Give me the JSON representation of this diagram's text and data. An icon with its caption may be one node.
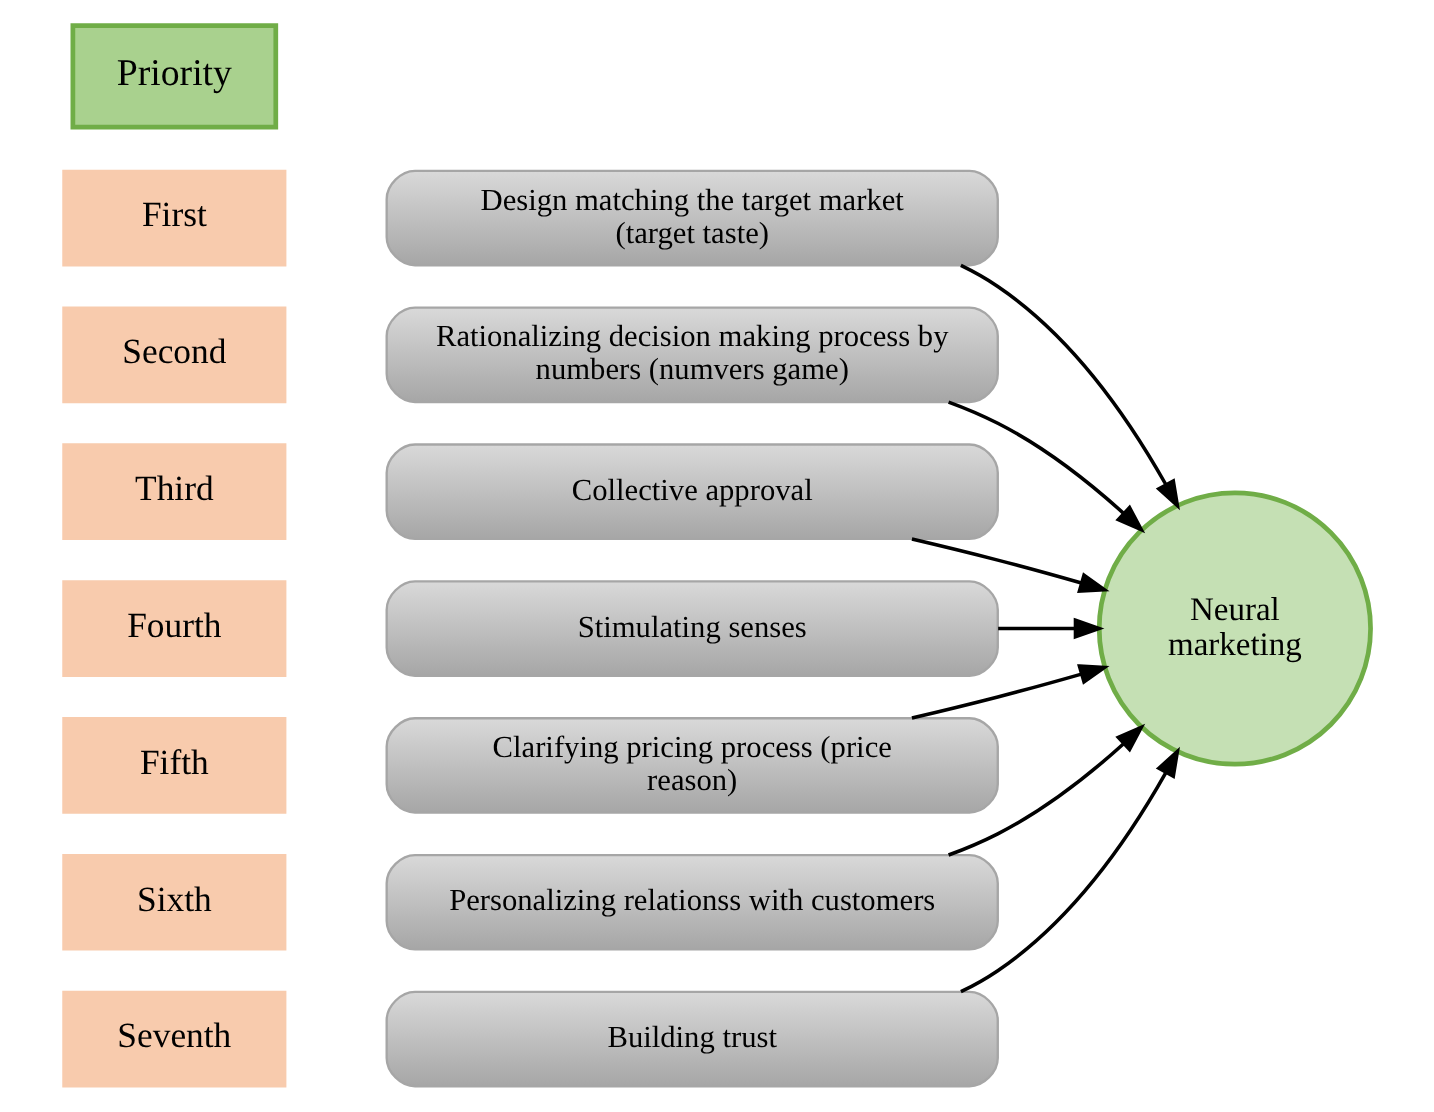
{
  "diagram": {
    "nodes": [
      {
        "text": [
          "Priority"
        ]
      },
      {
        "text": [
          "First"
        ]
      },
      {
        "text": [
          "Second"
        ]
      },
      {
        "text": [
          "Third"
        ]
      },
      {
        "text": [
          "Fourth"
        ]
      },
      {
        "text": [
          "Fifth"
        ]
      },
      {
        "text": [
          "Sixth"
        ]
      },
      {
        "text": [
          "Seventh"
        ]
      },
      {
        "text": [
          "Design matching the target market (target taste)"
        ]
      },
      {
        "text": [
          "Rationalizing decision making process by numbers (numvers game)"
        ]
      },
      {
        "text": [
          "Collective approval"
        ]
      },
      {
        "text": [
          "Stimulating senses"
        ]
      },
      {
        "text": [
          "Clarifying pricing process (price reason)"
        ]
      },
      {
        "text": [
          "Personalizing relationss with customers"
        ]
      },
      {
        "text": [
          "Building trust"
        ]
      },
      {
        "text": [
          "Neural marketing"
        ]
      }
    ],
    "edges": [
      {
        "from": 8,
        "to": 15,
        "arrow": "to"
      },
      {
        "from": 9,
        "to": 15,
        "arrow": "to"
      },
      {
        "from": 10,
        "to": 15,
        "arrow": "to"
      },
      {
        "from": 11,
        "to": 15,
        "arrow": "to"
      },
      {
        "from": 12,
        "to": 15,
        "arrow": "to"
      },
      {
        "from": 13,
        "to": 15,
        "arrow": "to"
      },
      {
        "from": 14,
        "to": 15,
        "arrow": "to"
      }
    ]
  }
}
